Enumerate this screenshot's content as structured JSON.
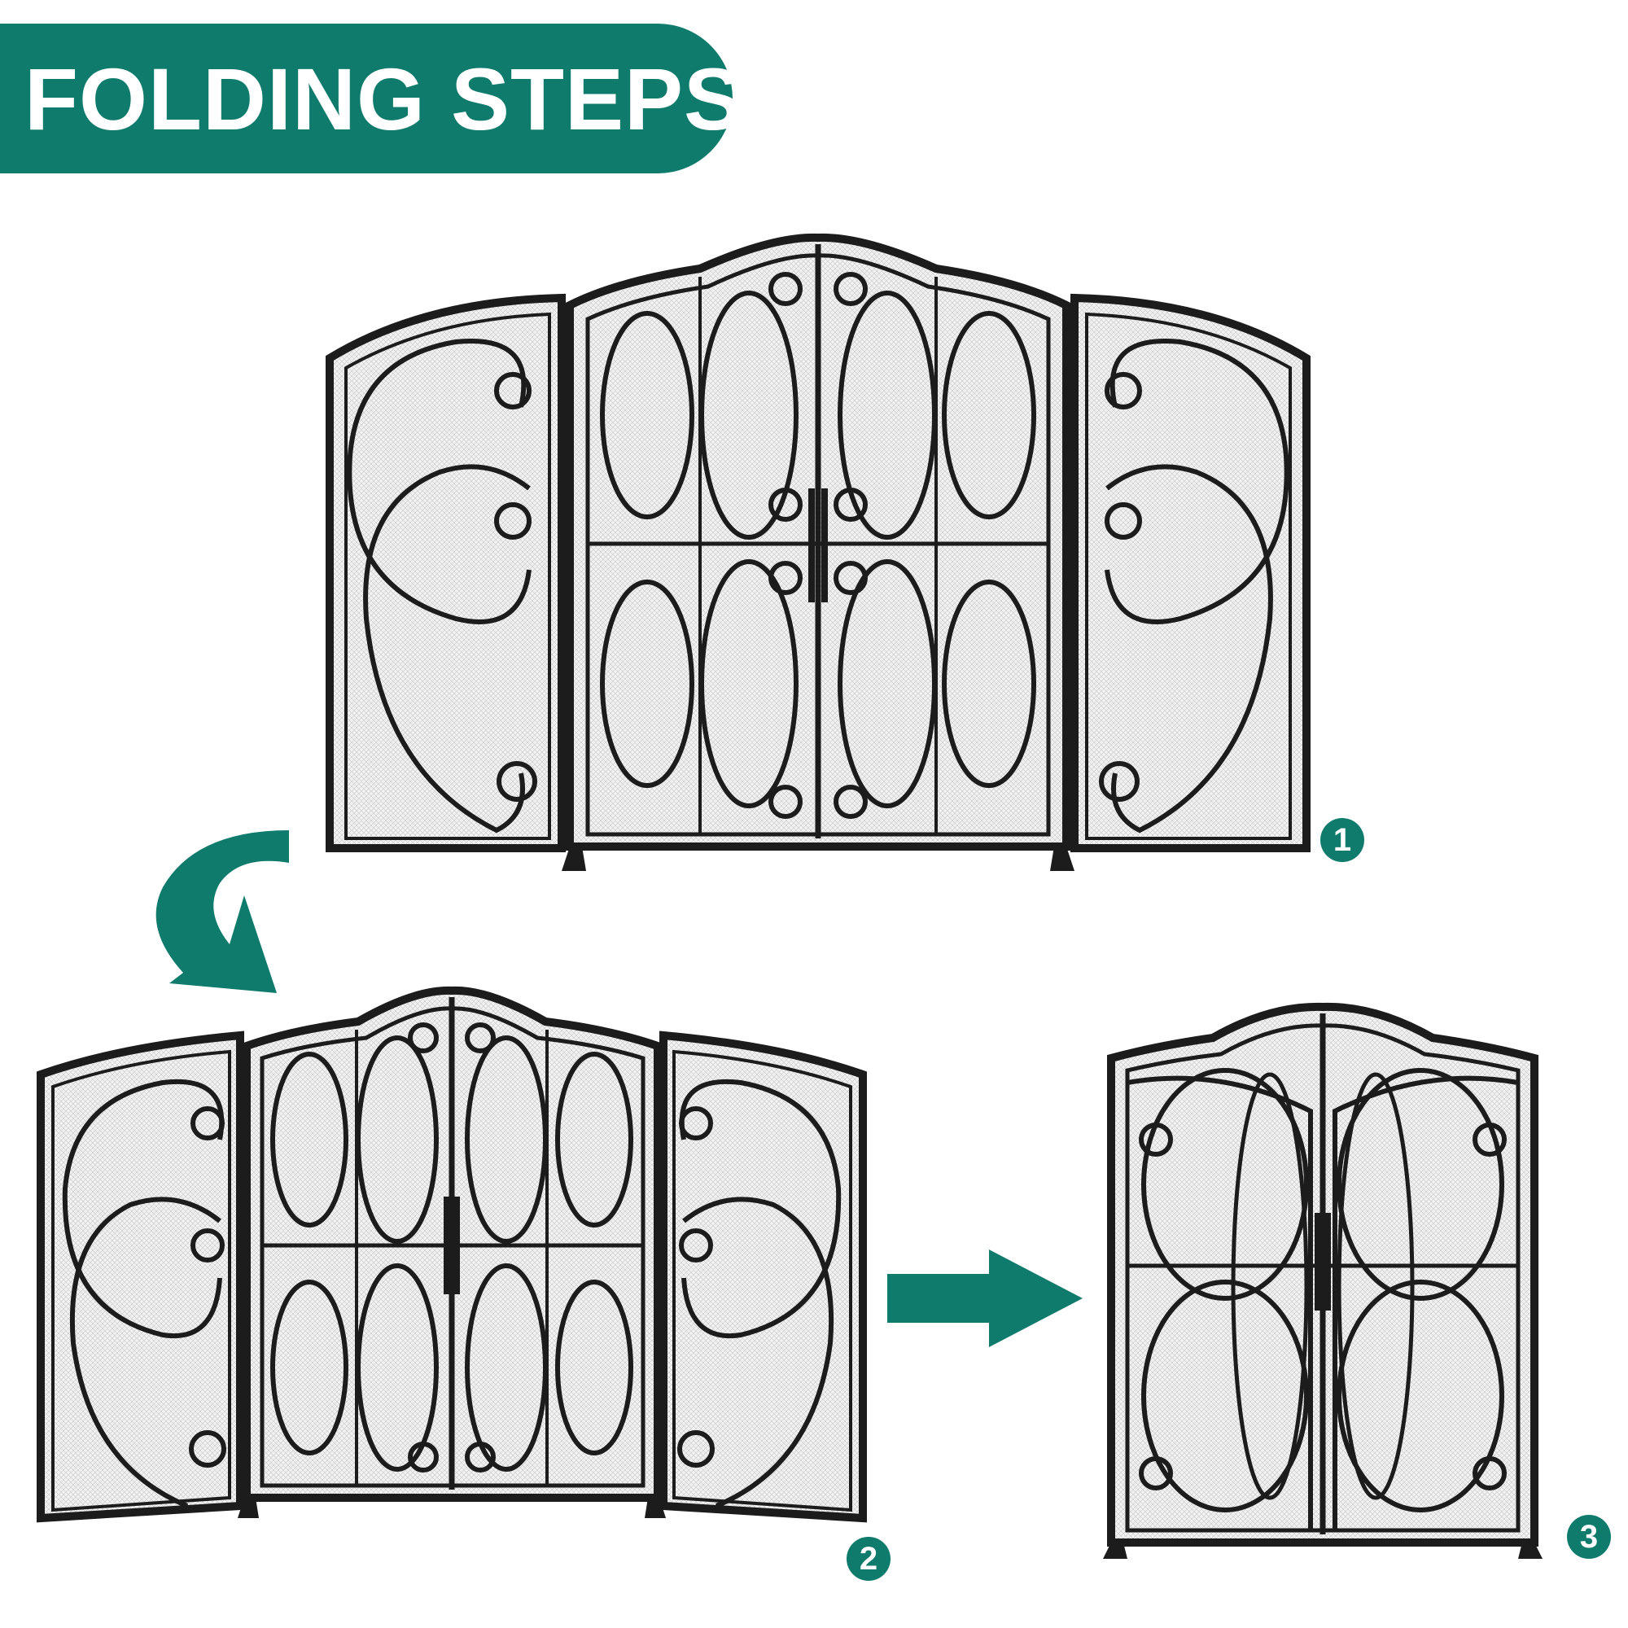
{
  "banner": {
    "title": "FOLDING STEPS"
  },
  "steps": [
    {
      "number": "1"
    },
    {
      "number": "2"
    },
    {
      "number": "3"
    }
  ],
  "colors": {
    "accent": "#0f7b6c",
    "frame": "#1c1c1c",
    "mesh": "#efefef"
  },
  "icons": {
    "curved_arrow": "curved-arrow-down-icon",
    "right_arrow": "arrow-right-icon"
  }
}
